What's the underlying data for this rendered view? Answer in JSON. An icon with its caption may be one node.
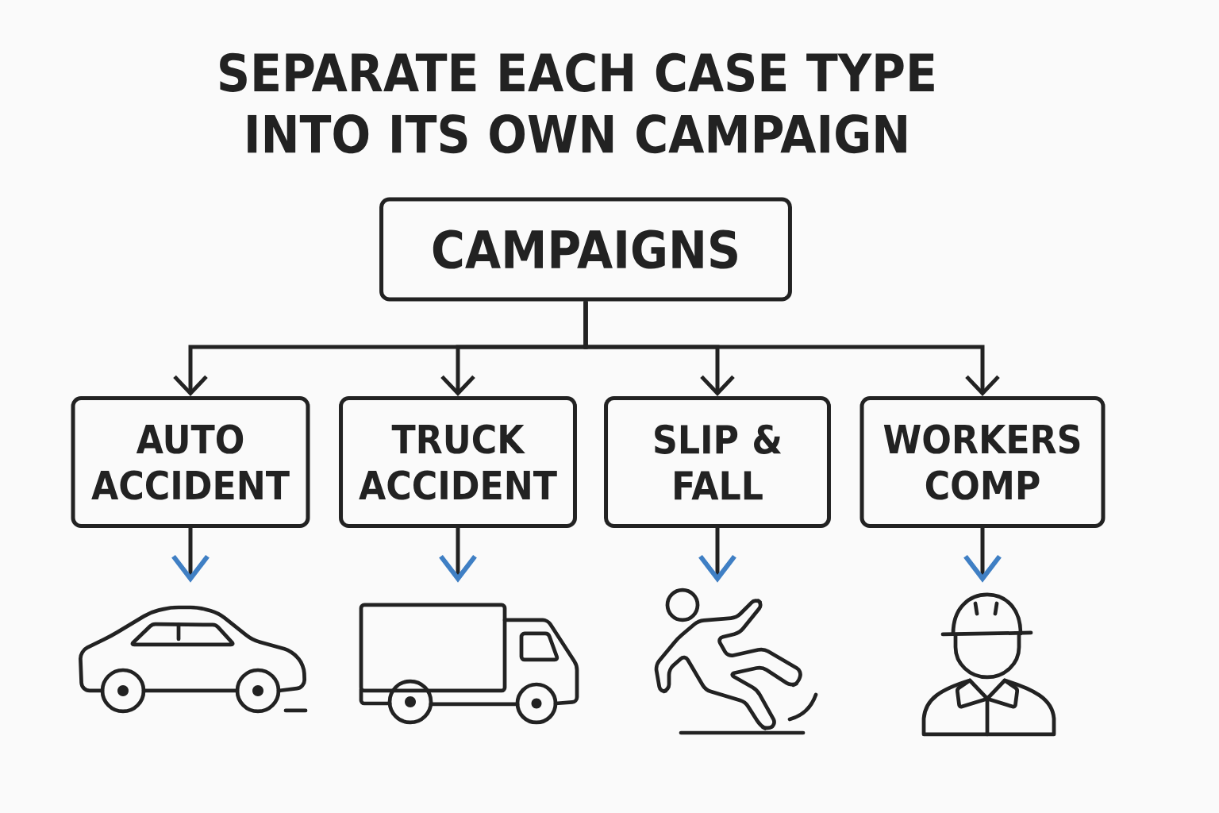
{
  "diagram": {
    "title": "SEPARATE EACH CASE TYPE INTO ITS OWN CAMPAIGN",
    "nodes": [
      {
        "text": [
          "CAMPAIGNS"
        ]
      },
      {
        "text": [
          "AUTO ACCIDENT"
        ]
      },
      {
        "text": [
          "TRUCK ACCIDENT"
        ]
      },
      {
        "text": [
          "SLIP & FALL"
        ]
      },
      {
        "text": [
          "WORKERS COMP"
        ]
      },
      {
        "text": [],
        "shape": "picture"
      },
      {
        "text": [],
        "shape": "picture"
      },
      {
        "text": [],
        "shape": "picture"
      },
      {
        "text": [],
        "shape": "picture"
      }
    ],
    "edges": [
      {
        "from": 0,
        "to": 1,
        "arrow": "to"
      },
      {
        "from": 0,
        "to": 2,
        "arrow": "to"
      },
      {
        "from": 0,
        "to": 3,
        "arrow": "to"
      },
      {
        "from": 0,
        "to": 4,
        "arrow": "to"
      },
      {
        "from": 1,
        "to": 5,
        "arrow": "to",
        "color": "#3f7fc4"
      },
      {
        "from": 2,
        "to": 6,
        "arrow": "to",
        "color": "#3f7fc4"
      },
      {
        "from": 3,
        "to": 7,
        "arrow": "to",
        "color": "#3f7fc4"
      },
      {
        "from": 4,
        "to": 8,
        "arrow": "to",
        "color": "#3f7fc4"
      }
    ]
  }
}
